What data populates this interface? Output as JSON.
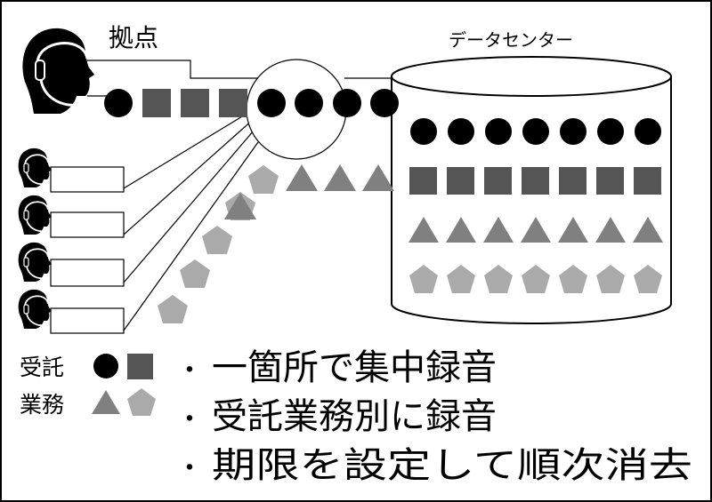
{
  "labels": {
    "site": "拠点",
    "datacenter": "データセンター",
    "legend_line1": "受託",
    "legend_line2": "業務"
  },
  "bullets": [
    {
      "mark": "・",
      "text": "一箇所で集中録音"
    },
    {
      "mark": "・",
      "text": "受託業務別に録音"
    },
    {
      "mark": "・",
      "text": "期限を設定して順次消去"
    }
  ],
  "colors": {
    "circle": "#000000",
    "square": "#555555",
    "triangle": "#808080",
    "pentagon": "#aaaaaa"
  },
  "icons": {
    "operator": "headset-operator-icon"
  }
}
